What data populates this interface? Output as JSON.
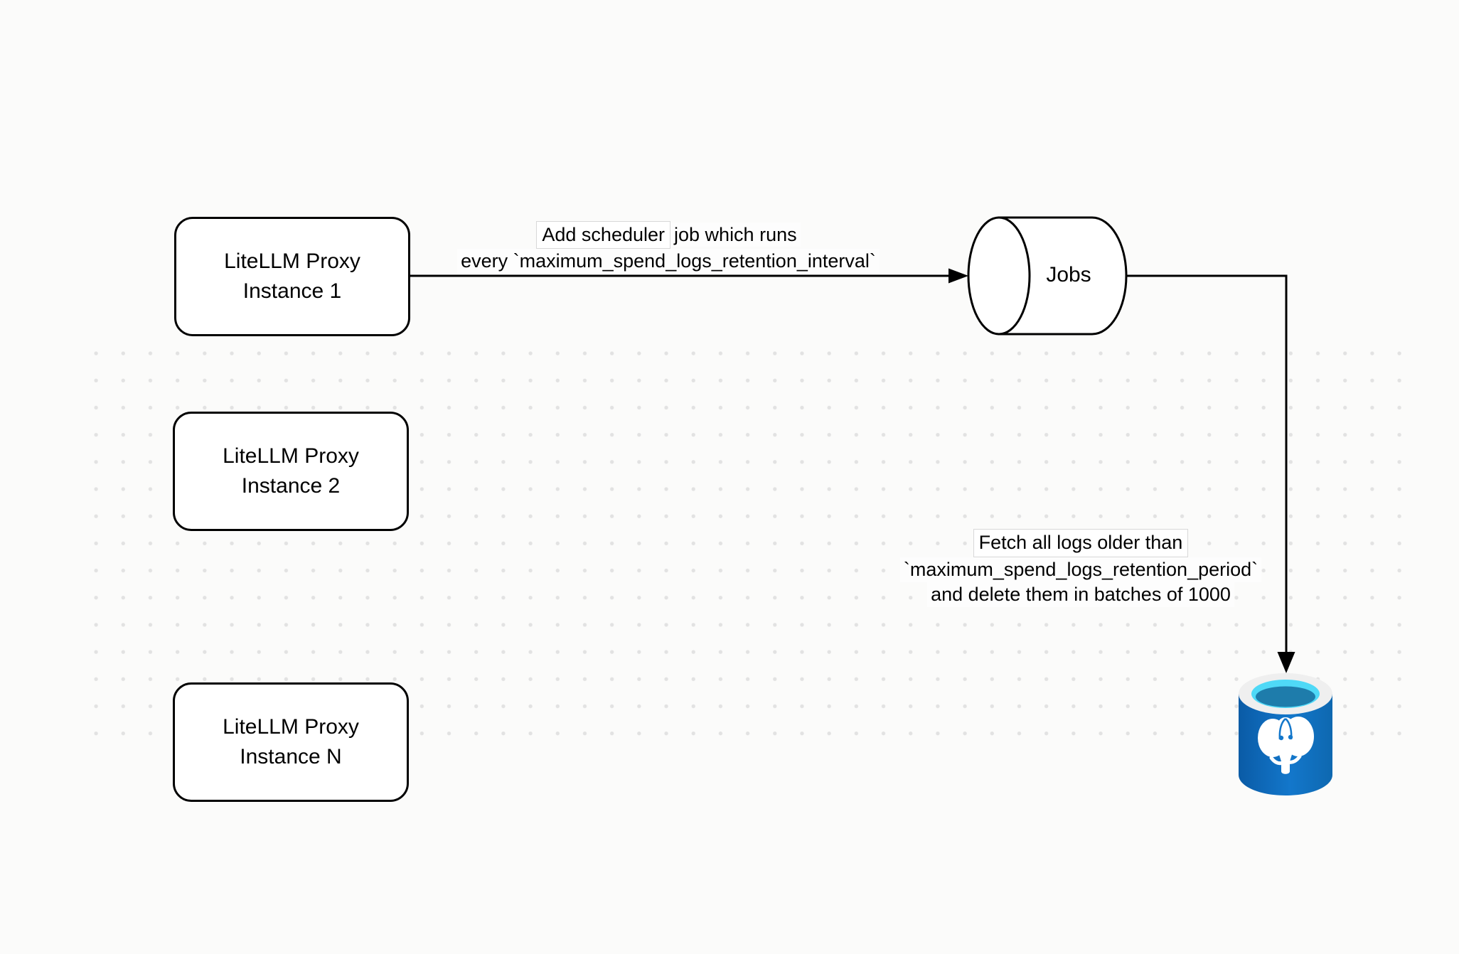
{
  "diagram": {
    "nodes": {
      "proxy1": {
        "line1": "LiteLLM Proxy",
        "line2": "Instance 1"
      },
      "proxy2": {
        "line1": "LiteLLM Proxy",
        "line2": "Instance 2"
      },
      "proxyN": {
        "line1": "LiteLLM Proxy",
        "line2": "Instance N"
      },
      "jobs": {
        "label": "Jobs"
      },
      "database": {
        "icon": "postgresql-database-icon"
      }
    },
    "edges": {
      "proxy1_to_jobs": {
        "label_line1_boxed": "Add scheduler",
        "label_line1_rest": " job which runs",
        "label_line2": "every `maximum_spend_logs_retention_interval`"
      },
      "jobs_to_database": {
        "label_line1": "Fetch all logs older than",
        "label_line2": "`maximum_spend_logs_retention_period`",
        "label_line3": "and delete them in batches of 1000"
      }
    }
  },
  "colors": {
    "canvas_bg": "#fbfbfa",
    "grid_dot": "#e2e2e2",
    "shape_fill": "#ffffff",
    "shape_border": "#000000",
    "connector": "#000000",
    "label_box_border": "#d8d8d8",
    "pg_body_dark": "#0a5ba6",
    "pg_body_mid": "#1377cb",
    "pg_body_edge": "#0e68b0",
    "pg_rim": "#efefef",
    "pg_cyan": "#4fd9f7",
    "pg_inner": "#1e7cab",
    "pg_white": "#ffffff"
  }
}
